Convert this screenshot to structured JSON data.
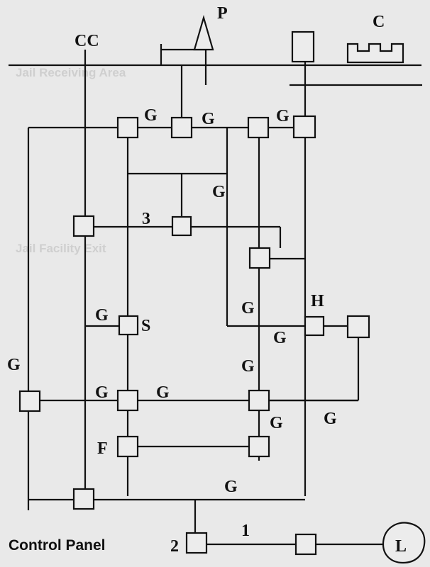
{
  "labels": {
    "cc": "CC",
    "p": "P",
    "c": "C",
    "three": "3",
    "s": "S",
    "h": "H",
    "f": "F",
    "one": "1",
    "two": "2",
    "l": "L",
    "g": "G",
    "control_panel": "Control Panel"
  },
  "background_text": {
    "line1": "Jail Receiving Area",
    "line2": "Jail Facility Exit"
  },
  "colors": {
    "ink": "#111111",
    "paper": "#e9e9e9",
    "faded": "#cfcfcf"
  }
}
